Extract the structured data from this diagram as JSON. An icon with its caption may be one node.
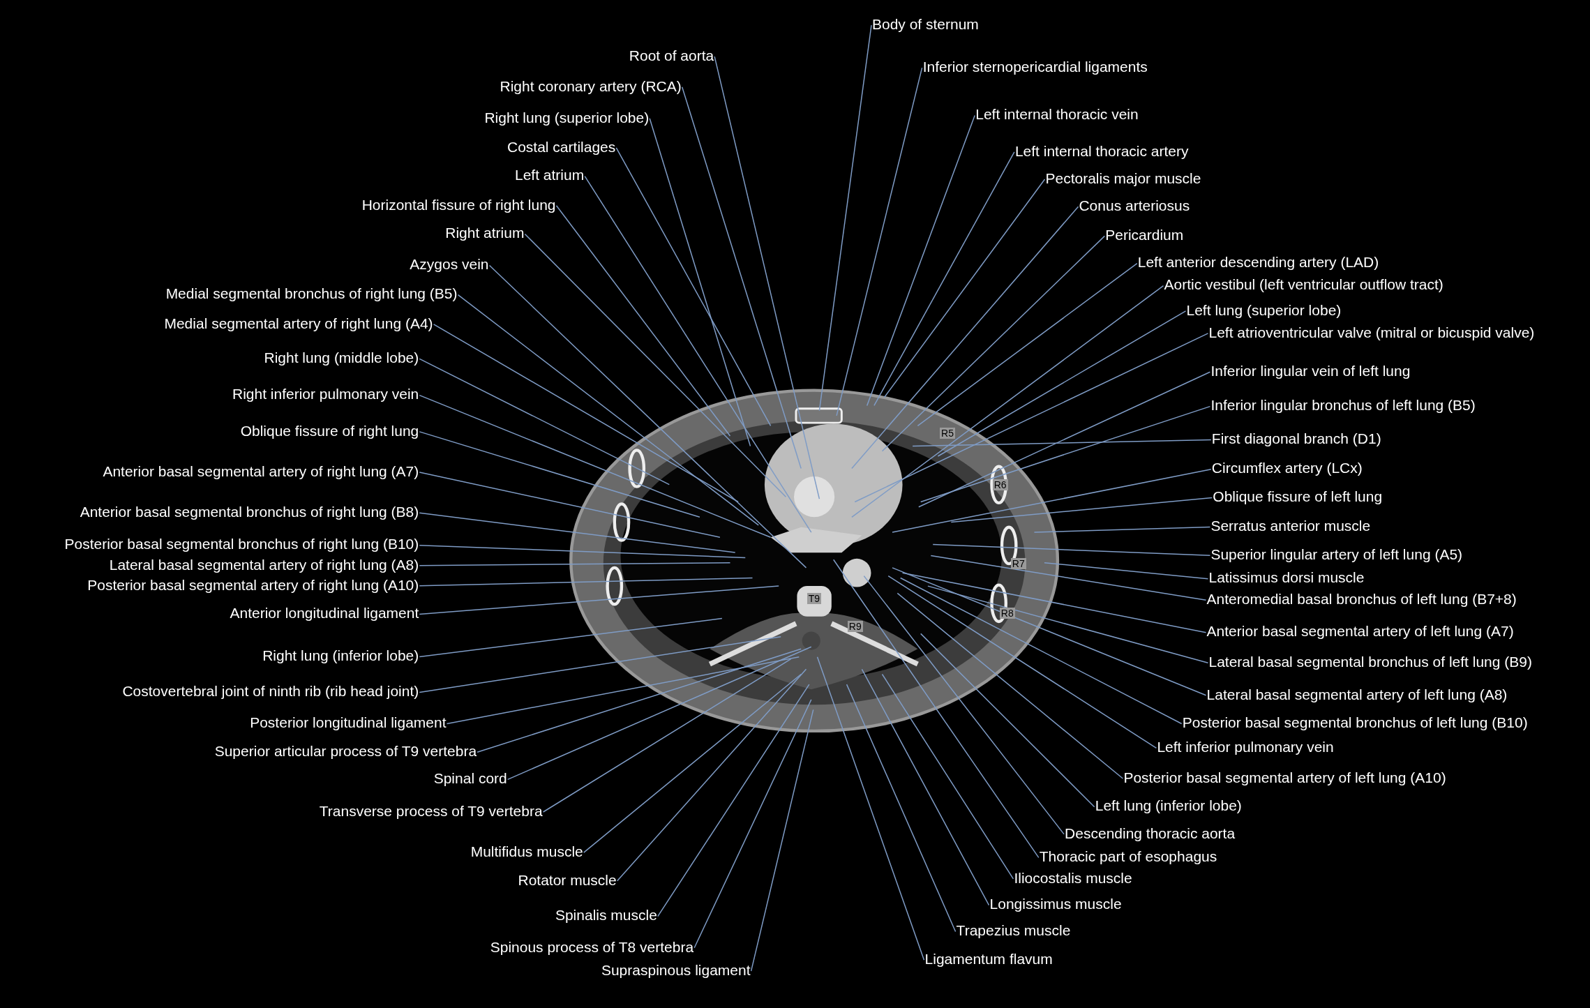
{
  "diagram": {
    "nodes": [
      {
        "text": [
          "Root of aorta"
        ]
      },
      {
        "text": [
          "Right coronary artery (RCA)"
        ]
      },
      {
        "text": [
          "Right lung (superior lobe)"
        ]
      },
      {
        "text": [
          "Costal cartilages"
        ]
      },
      {
        "text": [
          "Left atrium"
        ]
      },
      {
        "text": [
          "Horizontal fissure of right lung"
        ]
      },
      {
        "text": [
          "Right atrium"
        ]
      },
      {
        "text": [
          "Azygos vein"
        ]
      },
      {
        "text": [
          "Medial segmental bronchus of right lung (B5)"
        ]
      },
      {
        "text": [
          "Medial segmental artery of right lung (A4)"
        ]
      },
      {
        "text": [
          "Right lung (middle lobe)"
        ]
      },
      {
        "text": [
          "Right inferior pulmonary vein"
        ]
      },
      {
        "text": [
          "Oblique fissure of right lung"
        ]
      },
      {
        "text": [
          "Anterior basal segmental artery of right lung (A7)"
        ]
      },
      {
        "text": [
          "Anterior basal segmental bronchus of right lung (B8)"
        ]
      },
      {
        "text": [
          "Posterior basal segmental bronchus of right lung (B10)"
        ]
      },
      {
        "text": [
          "Lateral basal segmental artery of right lung (A8)"
        ]
      },
      {
        "text": [
          "Posterior basal segmental artery of right lung (A10)"
        ]
      },
      {
        "text": [
          "Anterior longitudinal ligament"
        ]
      },
      {
        "text": [
          "Right lung (inferior lobe)"
        ]
      },
      {
        "text": [
          "Costovertebral joint of ninth rib (rib head joint)"
        ]
      },
      {
        "text": [
          "Posterior longitudinal ligament"
        ]
      },
      {
        "text": [
          "Superior articular process of T9 vertebra"
        ]
      },
      {
        "text": [
          "Spinal cord"
        ]
      },
      {
        "text": [
          "Transverse process of T9 vertebra"
        ]
      },
      {
        "text": [
          "Multifidus muscle"
        ]
      },
      {
        "text": [
          "Rotator muscle"
        ]
      },
      {
        "text": [
          "Spinalis muscle"
        ]
      },
      {
        "text": [
          "Spinous process of T8 vertebra"
        ]
      },
      {
        "text": [
          "Supraspinous ligament"
        ]
      },
      {
        "text": [
          "Body of sternum"
        ]
      },
      {
        "text": [
          "Inferior sternopericardial ligaments"
        ]
      },
      {
        "text": [
          "Left internal thoracic vein"
        ]
      },
      {
        "text": [
          "Left internal thoracic artery"
        ]
      },
      {
        "text": [
          "Pectoralis major muscle"
        ]
      },
      {
        "text": [
          "Conus arteriosus"
        ]
      },
      {
        "text": [
          "Pericardium"
        ]
      },
      {
        "text": [
          "Left anterior descending artery (LAD)"
        ]
      },
      {
        "text": [
          "Aortic vestibul (left ventricular outflow tract)"
        ]
      },
      {
        "text": [
          "Left lung (superior lobe)"
        ]
      },
      {
        "text": [
          "Left atrioventricular valve (mitral or bicuspid valve)"
        ]
      },
      {
        "text": [
          "Inferior lingular vein of left lung"
        ]
      },
      {
        "text": [
          "Inferior lingular bronchus of left lung (B5)"
        ]
      },
      {
        "text": [
          "First diagonal branch (D1)"
        ]
      },
      {
        "text": [
          "Circumflex artery (LCx)"
        ]
      },
      {
        "text": [
          "Oblique fissure of left lung"
        ]
      },
      {
        "text": [
          "Serratus anterior muscle"
        ]
      },
      {
        "text": [
          "Superior lingular artery of left lung (A5)"
        ]
      },
      {
        "text": [
          "Latissimus dorsi muscle"
        ]
      },
      {
        "text": [
          "Anteromedial basal bronchus of left lung (B7+8)"
        ]
      },
      {
        "text": [
          "Anterior basal segmental artery of left lung (A7)"
        ]
      },
      {
        "text": [
          "Lateral basal segmental bronchus of left lung (B9)"
        ]
      },
      {
        "text": [
          "Lateral basal segmental artery of left lung (A8)"
        ]
      },
      {
        "text": [
          "Posterior basal segmental bronchus of left lung (B10)"
        ]
      },
      {
        "text": [
          "Left inferior pulmonary vein"
        ]
      },
      {
        "text": [
          "Posterior basal segmental artery of left lung (A10)"
        ]
      },
      {
        "text": [
          "Left lung (inferior lobe)"
        ]
      },
      {
        "text": [
          "Descending thoracic aorta"
        ]
      },
      {
        "text": [
          "Thoracic part of esophagus"
        ]
      },
      {
        "text": [
          "Iliocostalis muscle"
        ]
      },
      {
        "text": [
          "Longissimus muscle"
        ]
      },
      {
        "text": [
          "Trapezius muscle"
        ]
      },
      {
        "text": [
          "Ligamentum flavum"
        ]
      }
    ],
    "edges": [
      {
        "from": 0,
        "to": null,
        "arrow": "none"
      },
      {
        "from": 1,
        "to": null,
        "arrow": "none"
      },
      {
        "from": 2,
        "to": null,
        "arrow": "none"
      },
      {
        "from": 3,
        "to": null,
        "arrow": "none"
      },
      {
        "from": 4,
        "to": null,
        "arrow": "none"
      },
      {
        "from": 5,
        "to": null,
        "arrow": "none"
      },
      {
        "from": 6,
        "to": null,
        "arrow": "none"
      },
      {
        "from": 7,
        "to": null,
        "arrow": "none"
      },
      {
        "from": 8,
        "to": null,
        "arrow": "none"
      },
      {
        "from": 9,
        "to": null,
        "arrow": "none"
      },
      {
        "from": 10,
        "to": null,
        "arrow": "none"
      },
      {
        "from": 11,
        "to": null,
        "arrow": "none"
      },
      {
        "from": 12,
        "to": null,
        "arrow": "none"
      },
      {
        "from": 13,
        "to": null,
        "arrow": "none"
      },
      {
        "from": 14,
        "to": null,
        "arrow": "none"
      },
      {
        "from": 15,
        "to": null,
        "arrow": "none"
      },
      {
        "from": 16,
        "to": null,
        "arrow": "none"
      },
      {
        "from": 17,
        "to": null,
        "arrow": "none"
      },
      {
        "from": 18,
        "to": null,
        "arrow": "none"
      },
      {
        "from": 19,
        "to": null,
        "arrow": "none"
      },
      {
        "from": 20,
        "to": null,
        "arrow": "none"
      },
      {
        "from": 21,
        "to": null,
        "arrow": "none"
      },
      {
        "from": 22,
        "to": null,
        "arrow": "none"
      },
      {
        "from": 23,
        "to": null,
        "arrow": "none"
      },
      {
        "from": 24,
        "to": null,
        "arrow": "none"
      },
      {
        "from": 25,
        "to": null,
        "arrow": "none"
      },
      {
        "from": 26,
        "to": null,
        "arrow": "none"
      },
      {
        "from": 27,
        "to": null,
        "arrow": "none"
      },
      {
        "from": 28,
        "to": null,
        "arrow": "none"
      },
      {
        "from": 29,
        "to": null,
        "arrow": "none"
      },
      {
        "from": 30,
        "to": null,
        "arrow": "none"
      },
      {
        "from": 31,
        "to": null,
        "arrow": "none"
      },
      {
        "from": 32,
        "to": null,
        "arrow": "none"
      },
      {
        "from": 33,
        "to": null,
        "arrow": "none"
      },
      {
        "from": 34,
        "to": null,
        "arrow": "none"
      },
      {
        "from": 35,
        "to": null,
        "arrow": "none"
      },
      {
        "from": 36,
        "to": null,
        "arrow": "none"
      },
      {
        "from": 37,
        "to": null,
        "arrow": "none"
      },
      {
        "from": 38,
        "to": null,
        "arrow": "none"
      },
      {
        "from": 39,
        "to": null,
        "arrow": "none"
      },
      {
        "from": 40,
        "to": null,
        "arrow": "none"
      },
      {
        "from": 41,
        "to": null,
        "arrow": "none"
      },
      {
        "from": 42,
        "to": null,
        "arrow": "none"
      },
      {
        "from": 43,
        "to": null,
        "arrow": "none"
      },
      {
        "from": 44,
        "to": null,
        "arrow": "none"
      },
      {
        "from": 45,
        "to": null,
        "arrow": "none"
      },
      {
        "from": 46,
        "to": null,
        "arrow": "none"
      },
      {
        "from": 47,
        "to": null,
        "arrow": "none"
      },
      {
        "from": 48,
        "to": null,
        "arrow": "none"
      },
      {
        "from": 49,
        "to": null,
        "arrow": "none"
      },
      {
        "from": 50,
        "to": null,
        "arrow": "none"
      },
      {
        "from": 51,
        "to": null,
        "arrow": "none"
      },
      {
        "from": 52,
        "to": null,
        "arrow": "none"
      },
      {
        "from": 53,
        "to": null,
        "arrow": "none"
      },
      {
        "from": 54,
        "to": null,
        "arrow": "none"
      },
      {
        "from": 55,
        "to": null,
        "arrow": "none"
      },
      {
        "from": 56,
        "to": null,
        "arrow": "none"
      },
      {
        "from": 57,
        "to": null,
        "arrow": "none"
      },
      {
        "from": 58,
        "to": null,
        "arrow": "none"
      },
      {
        "from": 59,
        "to": null,
        "arrow": "none"
      },
      {
        "from": 60,
        "to": null,
        "arrow": "none"
      },
      {
        "from": 61,
        "to": null,
        "arrow": "none"
      },
      {
        "from": 62,
        "to": null,
        "arrow": "none"
      }
    ],
    "labels": [
      "R5",
      "R6",
      "R7",
      "T9",
      "R8",
      "R9"
    ]
  }
}
